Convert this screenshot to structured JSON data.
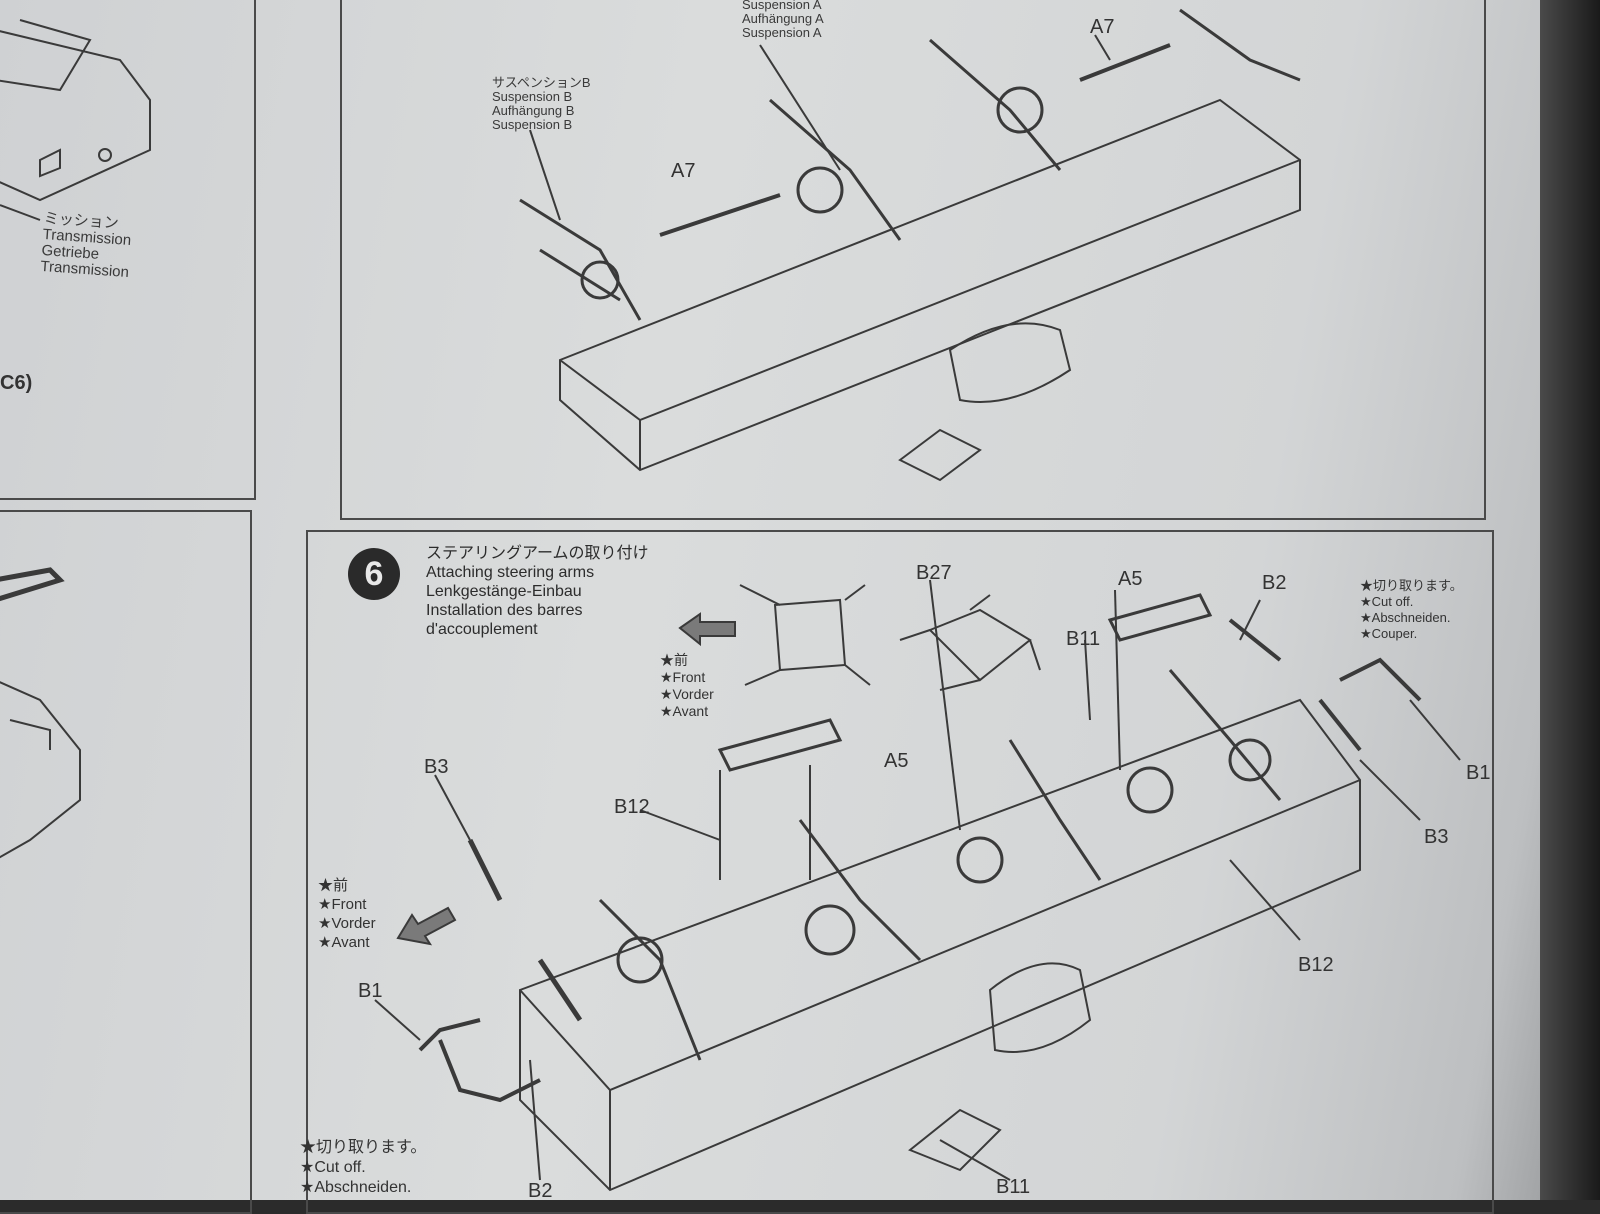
{
  "top_panel": {
    "suspension_a": [
      "Suspension A",
      "Aufhängung A",
      "Suspension A"
    ],
    "suspension_b": [
      "サスペンションB",
      "Suspension B",
      "Aufhängung B",
      "Suspension B"
    ],
    "part_a7_1": "A7",
    "part_a7_2": "A7"
  },
  "left_panel": {
    "transmission": [
      "ミッション",
      "Transmission",
      "Getriebe",
      "Transmission"
    ],
    "ref": "C6)"
  },
  "step6": {
    "number": "6",
    "title_jp": "ステアリングアームの取り付け",
    "title_en": "Attaching steering arms",
    "title_de": "Lenkgestänge-Einbau",
    "title_fr_1": "Installation des barres",
    "title_fr_2": "d'accouplement",
    "front_note_top": [
      "★前",
      "★Front",
      "★Vorder",
      "★Avant"
    ],
    "front_note_left": [
      "★前",
      "★Front",
      "★Vorder",
      "★Avant"
    ],
    "cut_note_right": [
      "★切り取ります。",
      "★Cut off.",
      "★Abschneiden.",
      "★Couper."
    ],
    "cut_note_bottom": [
      "★切り取ります。",
      "★Cut off.",
      "★Abschneiden."
    ],
    "parts": {
      "b27": "B27",
      "a5_right": "A5",
      "b2_right": "B2",
      "b11_top": "B11",
      "a5_left": "A5",
      "b3_left": "B3",
      "b12_left": "B12",
      "b1_left": "B1",
      "b1_right": "B1",
      "b3_right": "B3",
      "b12_right": "B12",
      "b2_bottom": "B2",
      "b11_bottom": "B11"
    }
  }
}
